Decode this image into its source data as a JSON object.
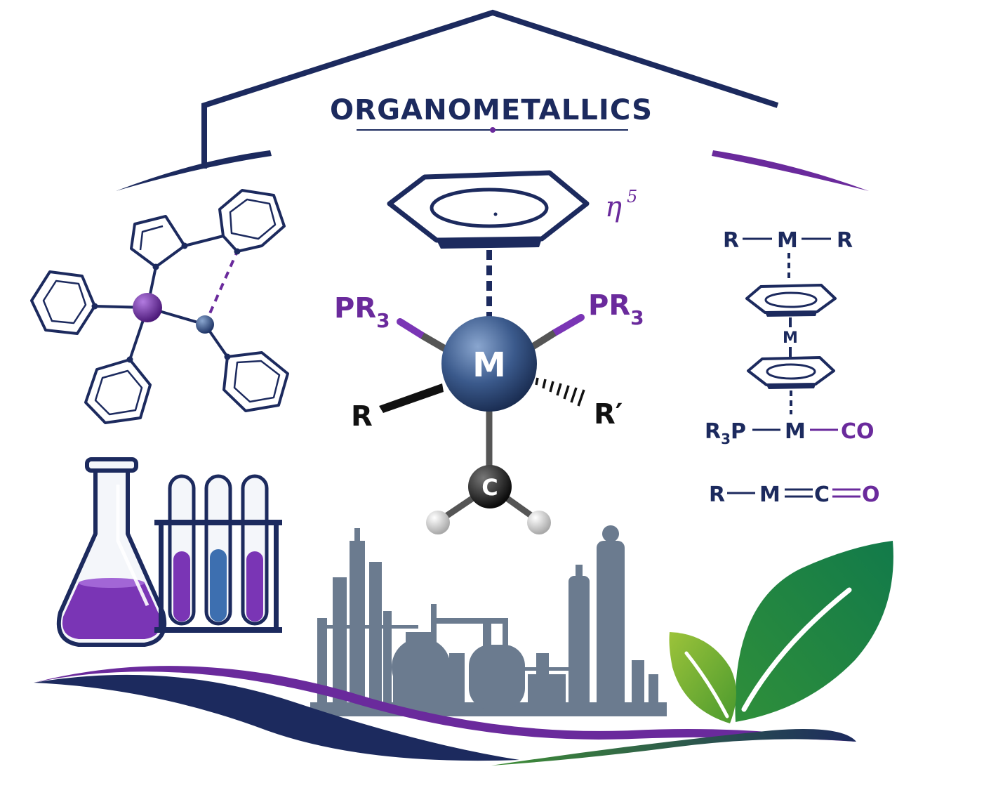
{
  "title": "ORGANOMETALLICS",
  "colors": {
    "navy": "#1c2a5e",
    "purple": "#6a2a9c",
    "metal_blue": "#3b5a8c",
    "industry_gray": "#6b7b8f",
    "leaf_dark": "#1a7a3e",
    "leaf_light": "#8cb832",
    "liquid_purple": "#7a35b5",
    "liquid_blue": "#3d6fb0"
  },
  "center": {
    "hapticity_symbol": "η",
    "hapticity_number": "5",
    "metal": "M",
    "carbon": "C",
    "ligand_left": "PR",
    "ligand_right": "PR",
    "ligand_sub": "3",
    "alkyl_left": "R",
    "alkyl_right": "R′"
  },
  "formulas": {
    "line1": [
      "R",
      "M",
      "R"
    ],
    "metallocene_metal": "M",
    "line2": {
      "left": "R",
      "left_sub": "3",
      "left_rest": "P",
      "middle": "M",
      "right": "CO"
    },
    "line3": [
      "R",
      "M",
      "C",
      "O"
    ]
  }
}
